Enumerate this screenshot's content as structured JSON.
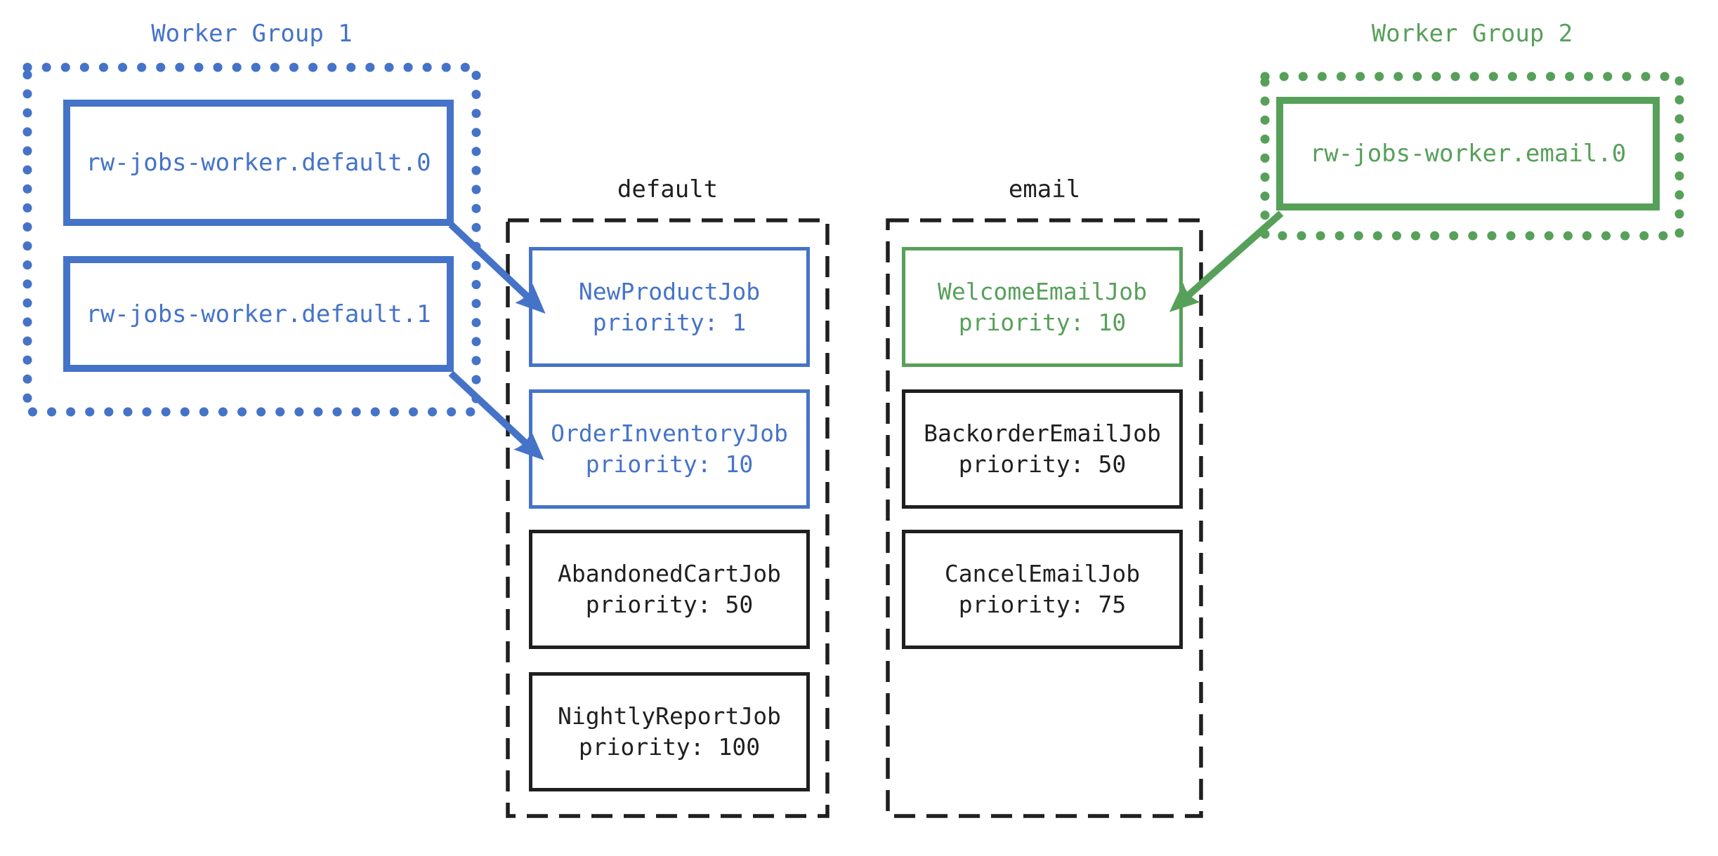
{
  "diagram": {
    "colors": {
      "blue": "#4573C8",
      "green": "#57A05A",
      "black": "#1F1F1F"
    },
    "worker_groups": [
      {
        "title": "Worker Group 1",
        "workers": [
          {
            "name": "rw-jobs-worker.default.0"
          },
          {
            "name": "rw-jobs-worker.default.1"
          }
        ]
      },
      {
        "title": "Worker Group 2",
        "workers": [
          {
            "name": "rw-jobs-worker.email.0"
          }
        ]
      }
    ],
    "queues": [
      {
        "title": "default",
        "jobs": [
          {
            "name": "NewProductJob",
            "priority_text": "priority: 1",
            "highlight": "blue"
          },
          {
            "name": "OrderInventoryJob",
            "priority_text": "priority: 10",
            "highlight": "blue"
          },
          {
            "name": "AbandonedCartJob",
            "priority_text": "priority: 50",
            "highlight": "none"
          },
          {
            "name": "NightlyReportJob",
            "priority_text": "priority: 100",
            "highlight": "none"
          }
        ]
      },
      {
        "title": "email",
        "jobs": [
          {
            "name": "WelcomeEmailJob",
            "priority_text": "priority: 10",
            "highlight": "green"
          },
          {
            "name": "BackorderEmailJob",
            "priority_text": "priority: 50",
            "highlight": "none"
          },
          {
            "name": "CancelEmailJob",
            "priority_text": "priority: 75",
            "highlight": "none"
          }
        ]
      }
    ],
    "connections": [
      {
        "from": "rw-jobs-worker.default.0",
        "to": "NewProductJob",
        "color": "blue"
      },
      {
        "from": "rw-jobs-worker.default.1",
        "to": "OrderInventoryJob",
        "color": "blue"
      },
      {
        "from": "rw-jobs-worker.email.0",
        "to": "WelcomeEmailJob",
        "color": "green"
      }
    ]
  }
}
